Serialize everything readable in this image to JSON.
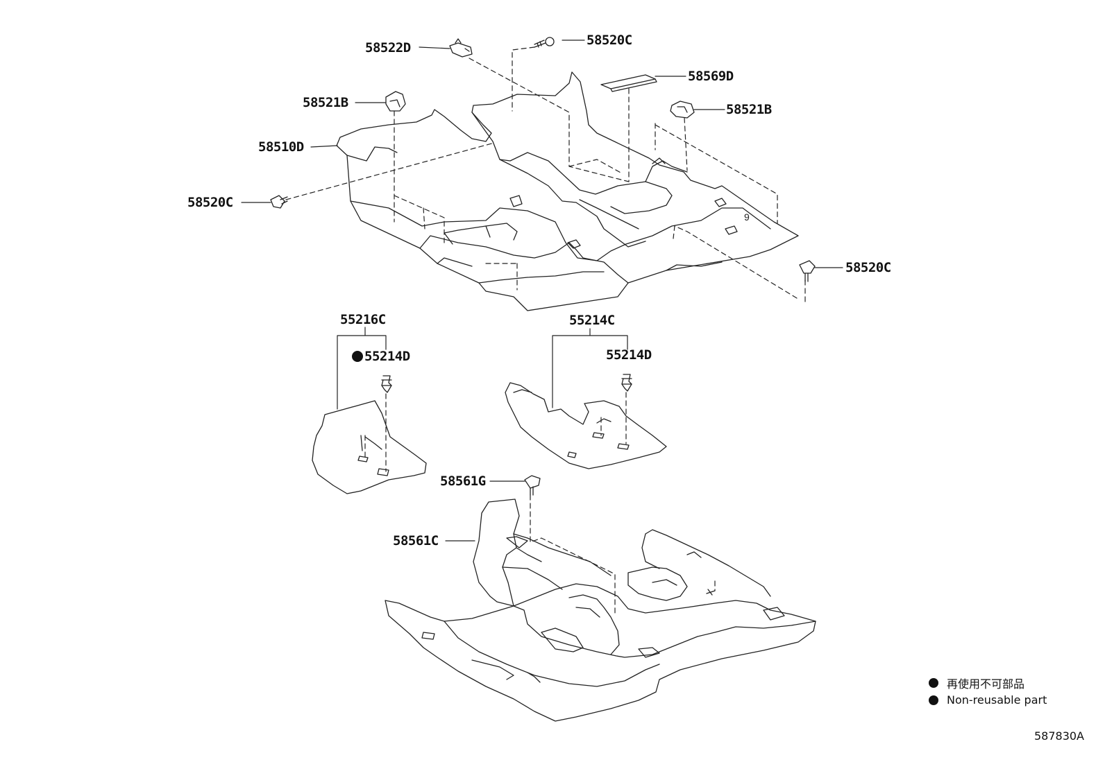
{
  "parts": {
    "p58522D": "58522D",
    "p58520C_top": "58520C",
    "p58569D": "58569D",
    "p58521B_left": "58521B",
    "p58521B_right": "58521B",
    "p58510D": "58510D",
    "p58520C_left": "58520C",
    "p58520C_right": "58520C",
    "p55216C": "55216C",
    "p55214D_left": "55214D",
    "p55214C": "55214C",
    "p55214D_right": "55214D",
    "p58561G": "58561G",
    "p58561C": "58561C"
  },
  "legend": {
    "jp": "再使用不可部品",
    "en": "Non-reusable part"
  },
  "diagram_code": "587830A"
}
